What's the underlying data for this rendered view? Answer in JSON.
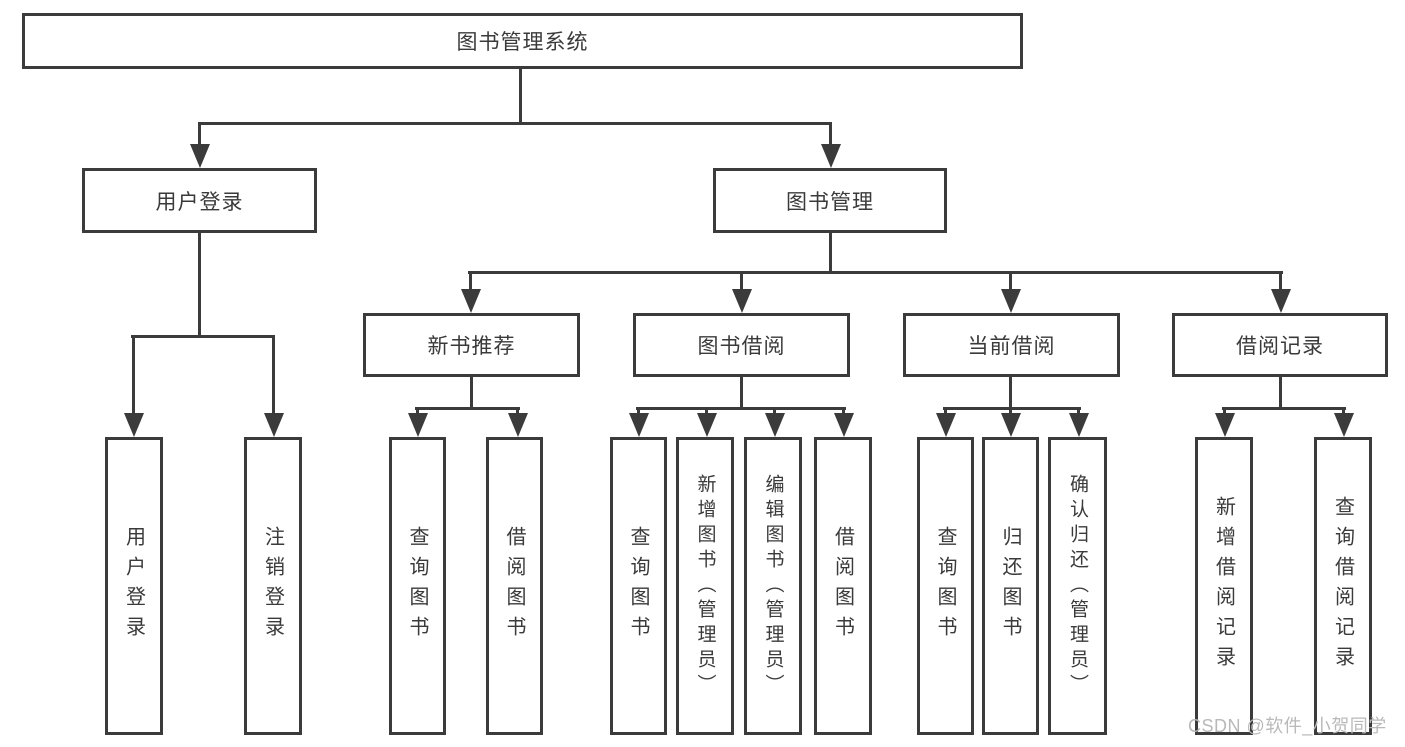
{
  "title": "图书管理系统",
  "tree": {
    "root": {
      "label": "图书管理系统",
      "children": [
        {
          "label": "用户登录",
          "children": [
            {
              "label": "用户登录"
            },
            {
              "label": "注销登录"
            }
          ]
        },
        {
          "label": "图书管理",
          "children": [
            {
              "label": "新书推荐",
              "children": [
                {
                  "label": "查询图书"
                },
                {
                  "label": "借阅图书"
                }
              ]
            },
            {
              "label": "图书借阅",
              "children": [
                {
                  "label": "查询图书"
                },
                {
                  "label": "新增图书（管理员）"
                },
                {
                  "label": "编辑图书（管理员）"
                },
                {
                  "label": "借阅图书"
                }
              ]
            },
            {
              "label": "当前借阅",
              "children": [
                {
                  "label": "查询图书"
                },
                {
                  "label": "归还图书"
                },
                {
                  "label": "确认归还（管理员）"
                }
              ]
            },
            {
              "label": "借阅记录",
              "children": [
                {
                  "label": "新增借阅记录"
                },
                {
                  "label": "查询借阅记录"
                }
              ]
            }
          ]
        }
      ]
    }
  },
  "watermark": {
    "text": "CSDN @软件_小贺同学"
  },
  "colors": {
    "line": "#3b3b3b",
    "text": "#3a3a3a",
    "watermark": "#b9b9b9",
    "background": "#ffffff"
  }
}
